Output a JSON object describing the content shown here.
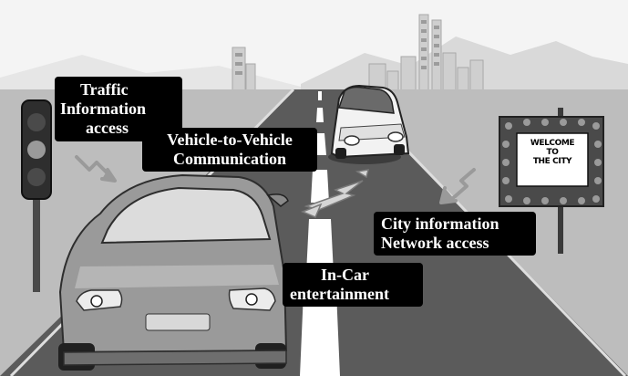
{
  "labels": {
    "traffic": [
      "Traffic",
      "Information",
      "access"
    ],
    "v2v": [
      "Vehicle-to-Vehicle",
      "Communication"
    ],
    "city": [
      "City information",
      "Network access"
    ],
    "incar": [
      "In-Car",
      "entertainment"
    ]
  },
  "sign": [
    "WELCOME",
    "TO",
    "THE CITY"
  ],
  "traffic_light": {
    "lamp_colors": [
      "#4a4a4a",
      "#9a9a9a",
      "#4a4a4a"
    ]
  },
  "colors": {
    "sky": "#f4f4f4",
    "road": "#5b5b5b",
    "ground": "#bdbdbd",
    "label_bg": "#000000",
    "label_text": "#ffffff"
  }
}
